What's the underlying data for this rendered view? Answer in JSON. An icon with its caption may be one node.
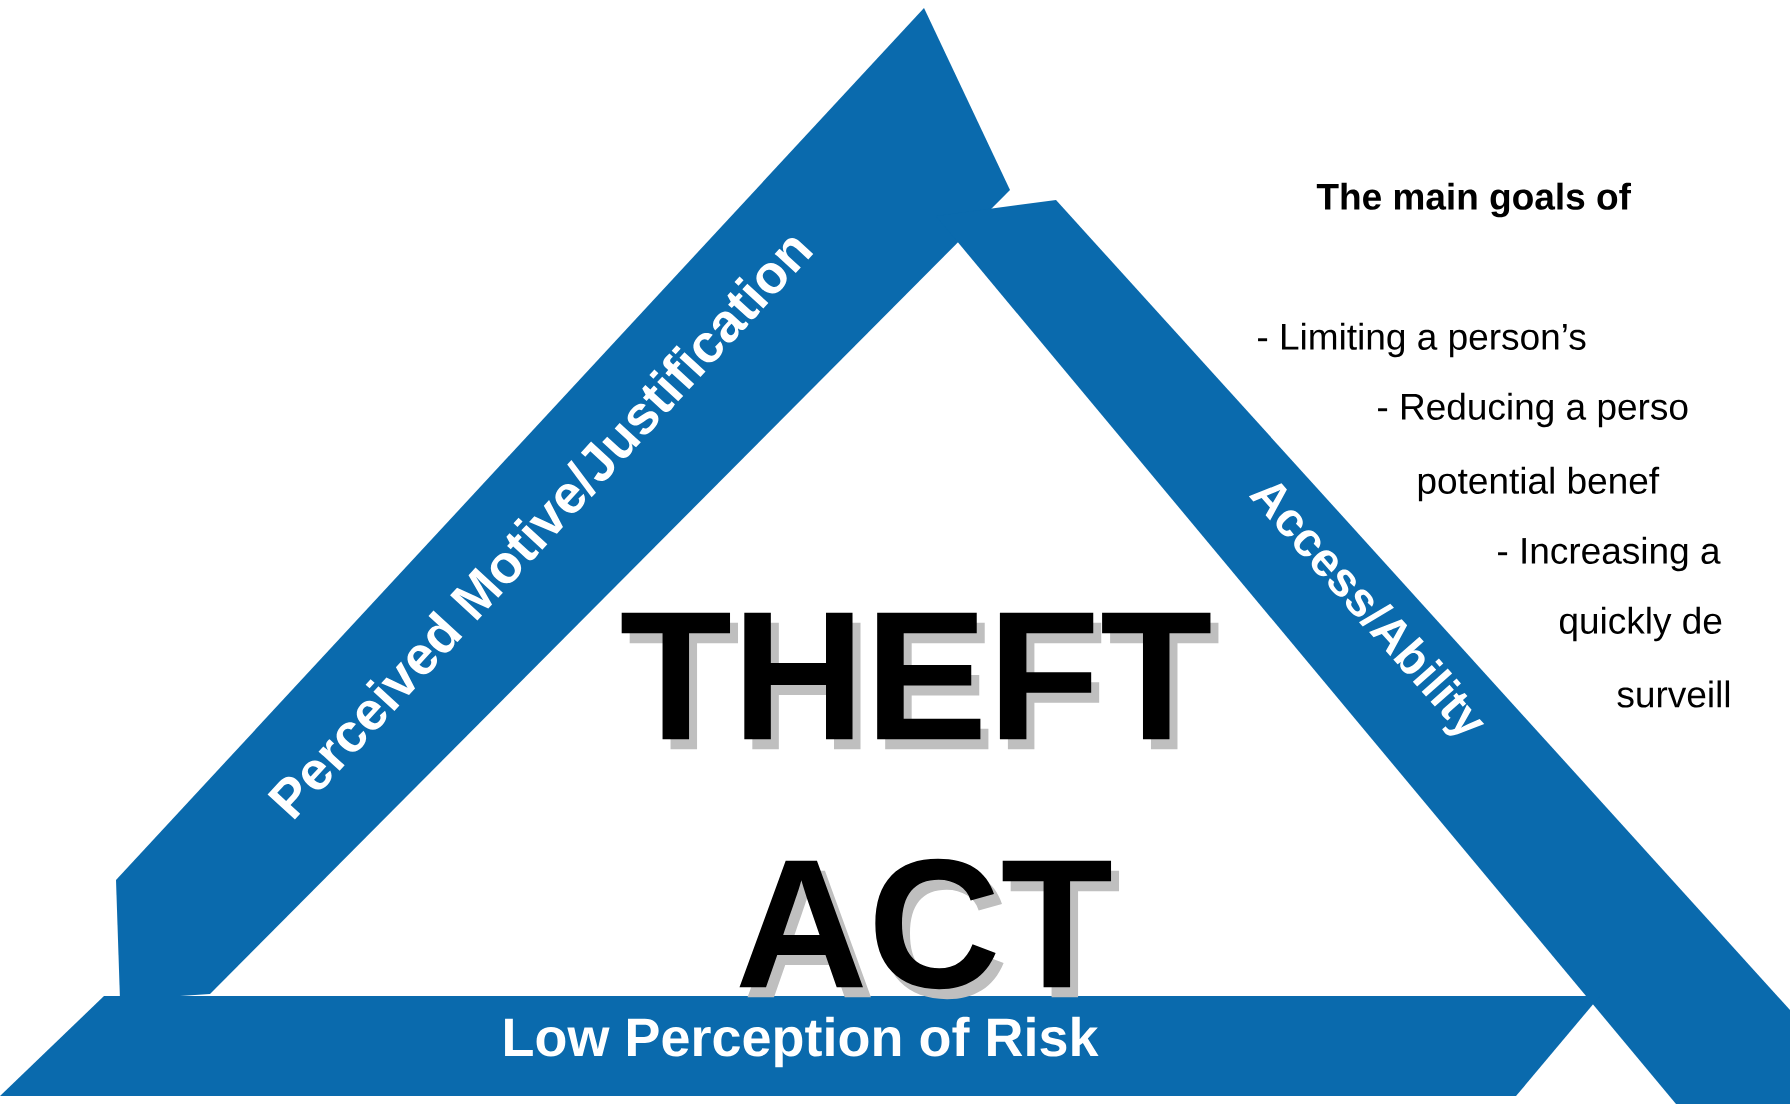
{
  "diagram": {
    "nodes": [
      {
        "text": [
          "Perceived Motive/Justification"
        ]
      },
      {
        "text": [
          "Access/Ability"
        ]
      },
      {
        "text": [
          "Low Perception of Risk"
        ]
      }
    ],
    "labels": [
      "THEFT",
      "ACT",
      "The main goals of",
      "- Limiting a person’s",
      "- Reducing a perso",
      "potential benef",
      "- Increasing a",
      "quickly de",
      "surveill"
    ]
  }
}
